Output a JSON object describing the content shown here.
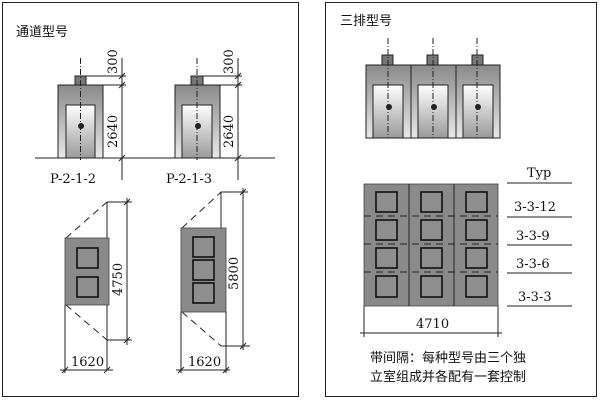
{
  "left_panel": {
    "title": "通道型号",
    "models": [
      {
        "label": "P-2-1-2",
        "top_dim": "300",
        "height_dim": "2640",
        "depth_dim": "4750",
        "width_dim": "1620",
        "chambers": 2
      },
      {
        "label": "P-2-1-3",
        "top_dim": "300",
        "height_dim": "2640",
        "depth_dim": "5800",
        "width_dim": "1620",
        "chambers": 3
      }
    ]
  },
  "right_panel": {
    "title": "三排型号",
    "table_header": "Typ",
    "types": [
      "3-3-12",
      "3-3-9",
      "3-3-6",
      "3-3-3"
    ],
    "width_dim": "4710",
    "caption_line1": "带间隔：每种型号由三个独",
    "caption_line2": "立室组成并各配有一套控制"
  }
}
